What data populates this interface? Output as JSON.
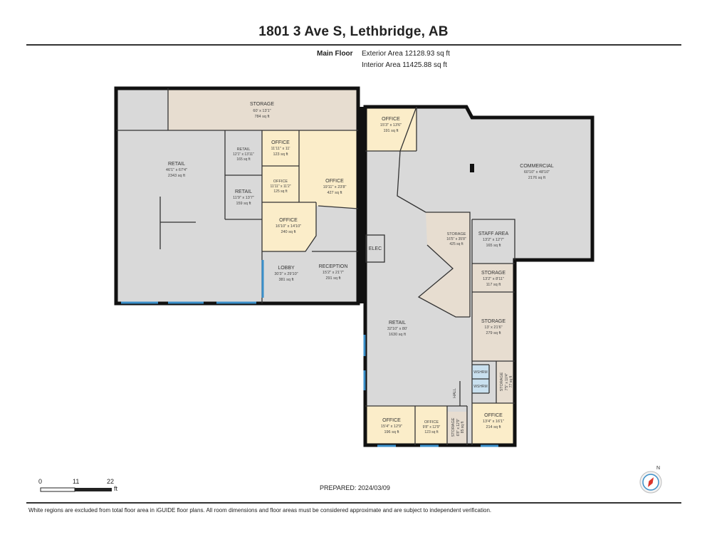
{
  "title": "1801 3 Ave S, Lethbridge, AB",
  "floor": {
    "label": "Main Floor",
    "exterior": "Exterior Area 12128.93 sq ft",
    "interior": "Interior Area 11425.88 sq ft"
  },
  "rooms": {
    "storage_top": {
      "name": "STORAGE",
      "dims": "60' x 13'1\"",
      "area": "784 sq ft"
    },
    "retail_big": {
      "name": "RETAIL",
      "dims": "46'1\" x 67'4\"",
      "area": "2343 sq ft"
    },
    "retail_small1": {
      "name": "RETAIL",
      "dims": "12'1\" x 13'11\"",
      "area": "165 sq ft"
    },
    "office_a": {
      "name": "OFFICE",
      "dims": "11'11\" x 11'",
      "area": "123 sq ft"
    },
    "office_b": {
      "name": "OFFICE",
      "dims": "11'11\" x 11'2\"",
      "area": "125 sq ft"
    },
    "office_c": {
      "name": "OFFICE",
      "dims": "19'11\" x 23'8\"",
      "area": "427 sq ft"
    },
    "retail_small2": {
      "name": "RETAIL",
      "dims": "11'9\" x 13'7\"",
      "area": "159 sq ft"
    },
    "office_d": {
      "name": "OFFICE",
      "dims": "16'10\" x 14'10\"",
      "area": "240 sq ft"
    },
    "lobby": {
      "name": "LOBBY",
      "dims": "30'3\" x 29'10\"",
      "area": "381 sq ft"
    },
    "reception": {
      "name": "RECEPTION",
      "dims": "15'2\" x 21'7\"",
      "area": "291 sq ft"
    },
    "office_e": {
      "name": "OFFICE",
      "dims": "15'3\" x 13'6\"",
      "area": "191 sq ft"
    },
    "commercial": {
      "name": "COMMERCIAL",
      "dims": "60'10\" x 48'10\"",
      "area": "2176 sq ft"
    },
    "storage_mid": {
      "name": "STORAGE",
      "dims": "16'5\" x 35'8\"",
      "area": "425 sq ft"
    },
    "staff": {
      "name": "STAFF AREA",
      "dims": "13'2\" x 12'7\"",
      "area": "165 sq ft"
    },
    "elec": {
      "name": "ELEC"
    },
    "storage_r1": {
      "name": "STORAGE",
      "dims": "13'2\" x 8'11\"",
      "area": "117 sq ft"
    },
    "storage_r2": {
      "name": "STORAGE",
      "dims": "13' x 21'6\"",
      "area": "279 sq ft"
    },
    "retail_lower": {
      "name": "RETAIL",
      "dims": "32'10\" x 80'",
      "area": "1630 sq ft"
    },
    "wshrm1": {
      "name": "WSHRM"
    },
    "wshrm2": {
      "name": "WSHRM"
    },
    "storage_v1": {
      "name": "STORAGE",
      "dims": "7'5\" x 10'4\"",
      "area": "77 sq ft"
    },
    "hall": {
      "name": "HALL"
    },
    "office_f": {
      "name": "OFFICE",
      "dims": "15'4\" x 12'9\"",
      "area": "196 sq ft"
    },
    "office_g": {
      "name": "OFFICE",
      "dims": "9'8\" x 12'9\"",
      "area": "123 sq ft"
    },
    "storage_v2": {
      "name": "STORAGE",
      "dims": "6'8\" x 12'9\"",
      "area": "85 sq ft"
    },
    "office_h": {
      "name": "OFFICE",
      "dims": "13'4\" x 16'1\"",
      "area": "214 sq ft"
    }
  },
  "scale": {
    "t0": "0",
    "t1": "11",
    "t2": "22",
    "unit": "ft"
  },
  "compass": {
    "label": "N",
    "icon": "compass-icon"
  },
  "prepared": "PREPARED: 2024/03/09",
  "footer": "White regions are excluded from total floor area in iGUIDE floor plans. All room dimensions and floor areas must be considered approximate and are subject to independent verification.",
  "colors": {
    "office": "#fbedc9",
    "storage": "#e7ddd0",
    "retail": "#d9d9d9",
    "washroom": "#c9e0ef",
    "window": "#3a8fc9",
    "wall": "#111111"
  }
}
